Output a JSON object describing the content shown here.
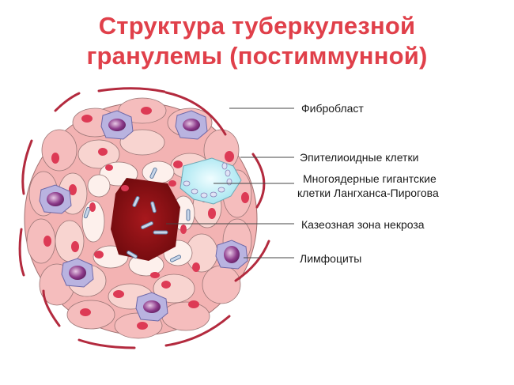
{
  "title": {
    "line1": "Структура туберкулезной",
    "line2": "гранулемы (постиммунной)"
  },
  "labels": [
    {
      "id": "fibroblast",
      "text": "Фибробласт"
    },
    {
      "id": "epithelioid",
      "text": "Эпителиоидные клетки"
    },
    {
      "id": "giant_line1",
      "text": "Многоядерные гигантские"
    },
    {
      "id": "giant_line2",
      "text": "клетки Лангханса-Пирогова"
    },
    {
      "id": "caseous",
      "text": "Казеозная зона некроза"
    },
    {
      "id": "lymphocytes",
      "text": "Лимфоциты"
    }
  ],
  "colors": {
    "title": "#e0404a",
    "outer_cells": "#f3b3b3",
    "inner_cells": "#fbe8e4",
    "nucleus": "#dd3a55",
    "necrosis": "#8a0f12",
    "giant_cell": "#bfeff5",
    "lymphocyte": "#b9b3e0",
    "lymph_nucleus": "#7a2a78",
    "fibroblast": "#b32a3e"
  }
}
